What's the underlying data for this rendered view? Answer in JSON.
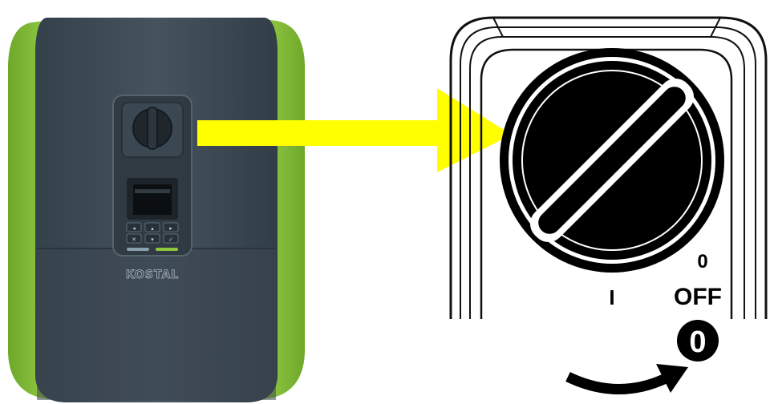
{
  "inverter": {
    "brand_label": "KOSTAL",
    "body_color": "#3e4a54",
    "accent_color": "#8cc63f",
    "led_colors": [
      "#8aa0aa",
      "#8cc63f"
    ]
  },
  "pointer_arrow": {
    "color": "#ffff00"
  },
  "switch_detail": {
    "on_position_label": "I",
    "off_position_label": "0",
    "off_text": "OFF",
    "off_badge_label": "0",
    "rotation_arrow_icon": "clockwise-arrow-icon"
  }
}
